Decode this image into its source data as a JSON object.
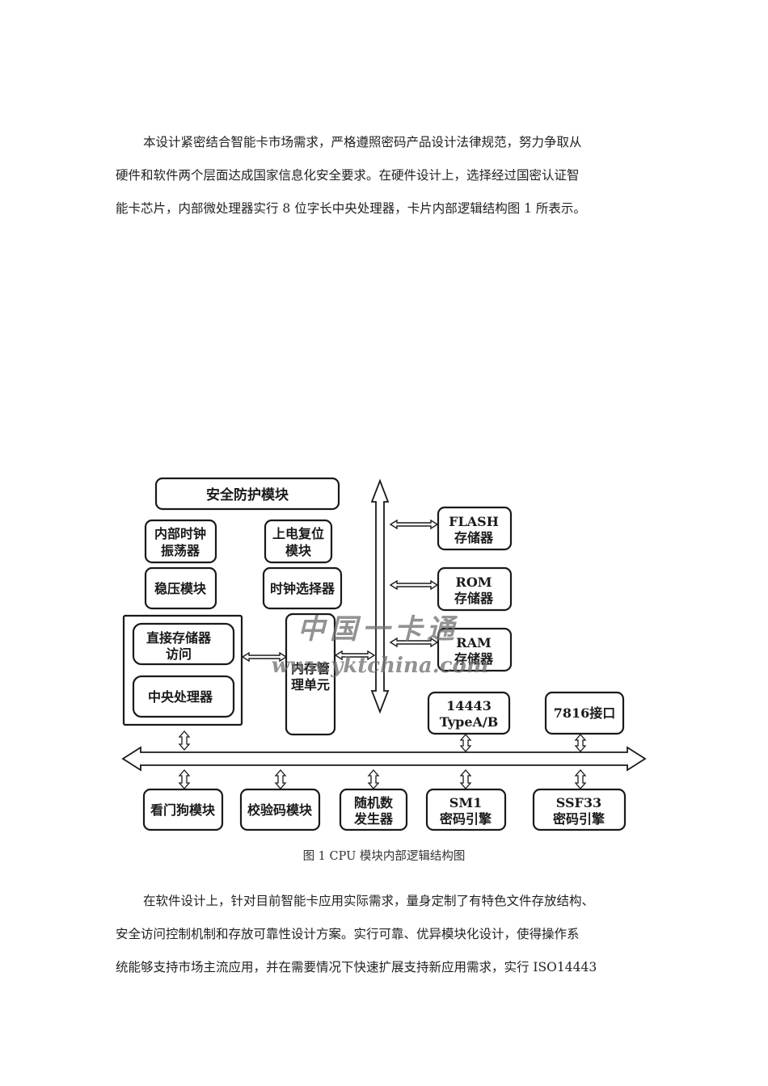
{
  "paragraph1": {
    "line1": "本设计紧密结合智能卡市场需求，严格遵照密码产品设计法律规范，努力争取从",
    "line2": "硬件和软件两个层面达成国家信息化安全要求。在硬件设计上，选择经过国密认证智",
    "line3": "能卡芯片，内部微处理器实行 8 位字长中央处理器，卡片内部逻辑结构图 1 所表示。"
  },
  "figure": {
    "blocks": {
      "security": "安全防护模块",
      "clock_osc_1": "内部时钟",
      "clock_osc_2": "振荡器",
      "power_reset_1": "上电复位",
      "power_reset_2": "模块",
      "regulator": "稳压模块",
      "clock_select": "时钟选择器",
      "dma_1": "直接存储器",
      "dma_2": "访问",
      "cpu": "中央处理器",
      "mmu_1": "内存管",
      "mmu_2": "理单元",
      "flash_1": "FLASH",
      "flash_2": "存储器",
      "rom_1": "ROM",
      "rom_2": "存储器",
      "ram_1": "RAM",
      "ram_2": "存储器",
      "iso14443_1": "14443",
      "iso14443_2": "TypeA/B",
      "iso7816": "7816接口",
      "watchdog": "看门狗模块",
      "crc": "校验码模块",
      "rng_1": "随机数",
      "rng_2": "发生器",
      "sm1_1": "SM1",
      "sm1_2": "密码引擎",
      "ssf33_1": "SSF33",
      "ssf33_2": "密码引擎"
    },
    "watermark": {
      "line1": "中国一卡通",
      "line2": "www.yktchina.com"
    }
  },
  "caption": "图 1  CPU 模块内部逻辑结构图",
  "paragraph2": {
    "line1": "在软件设计上，针对目前智能卡应用实际需求，量身定制了有特色文件存放结构、",
    "line2": "安全访问控制机制和存放可靠性设计方案。实行可靠、优异模块化设计，使得操作系",
    "line3": "统能够支持市场主流应用，并在需要情况下快速扩展支持新应用需求，实行 ISO14443"
  }
}
